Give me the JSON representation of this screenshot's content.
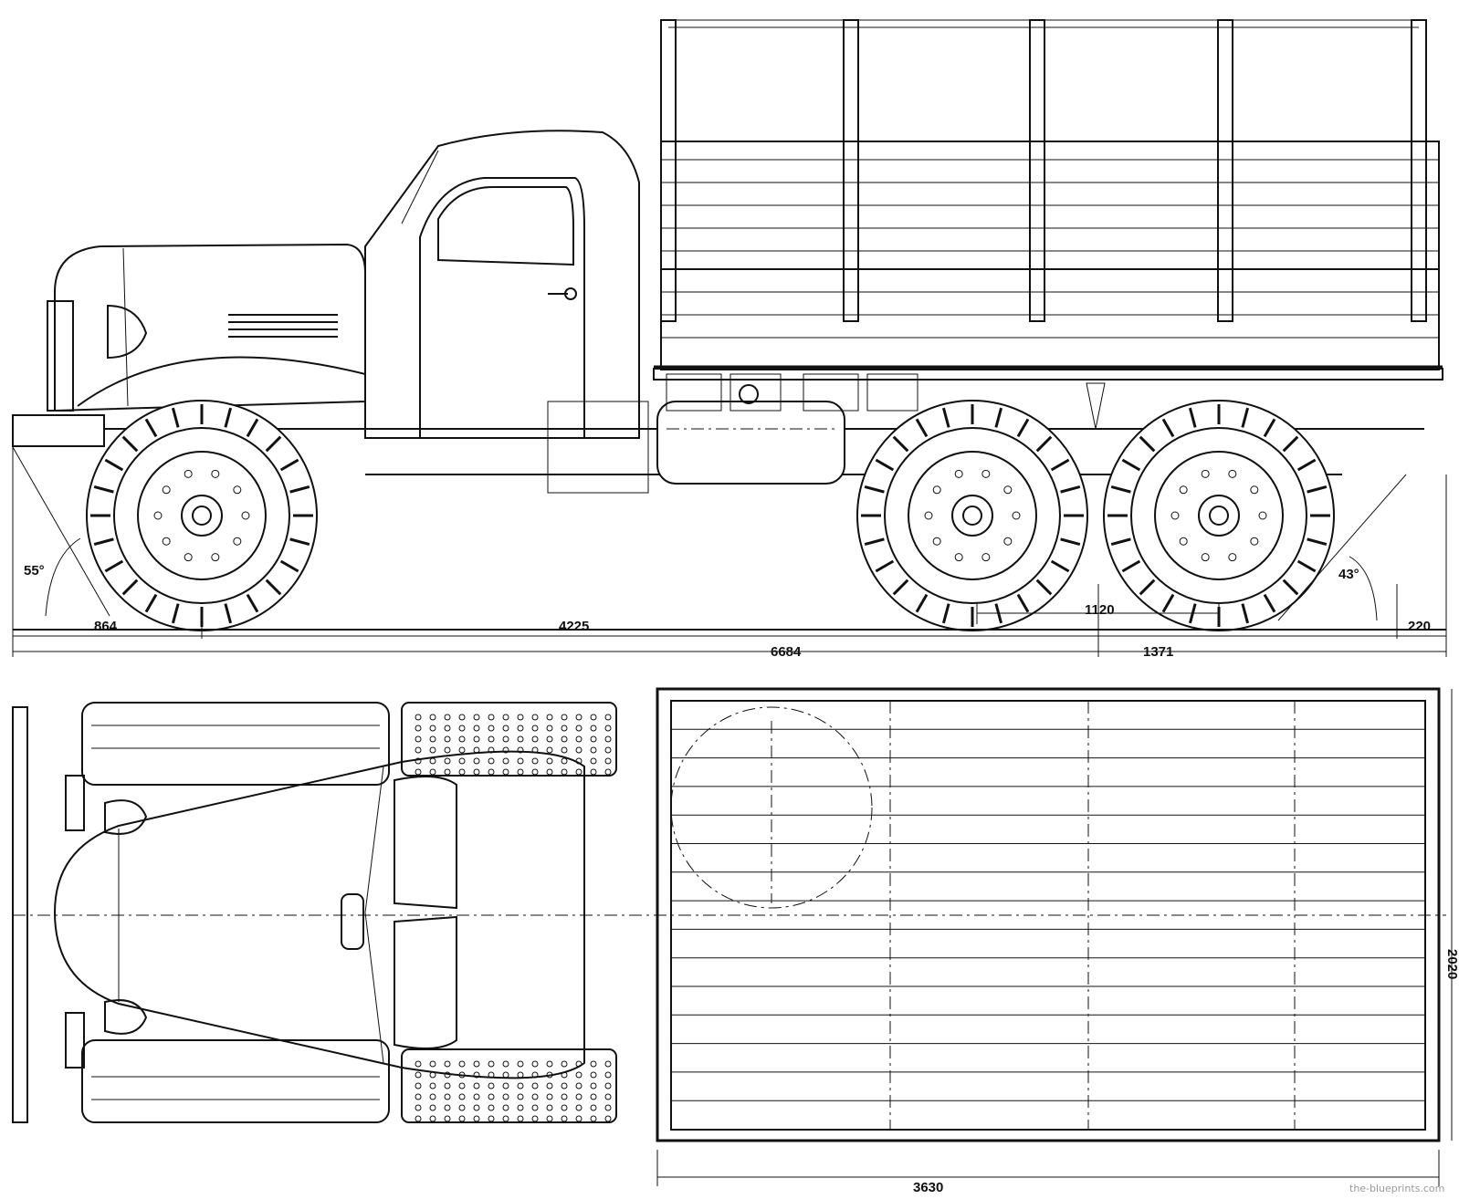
{
  "dimensions": {
    "angle_front": "55°",
    "angle_rear": "43°",
    "front_overhang": "864",
    "wheelbase_front": "4225",
    "bogie": "1120",
    "rear_overhang": "220",
    "overall_length": "6684",
    "rear_section": "1371",
    "bed_length": "3630",
    "bed_width_partial": "2020"
  },
  "watermark": "the-blueprints.com",
  "colors": {
    "ink": "#111111",
    "paper": "#ffffff",
    "watermark": "#9a9a9a"
  }
}
